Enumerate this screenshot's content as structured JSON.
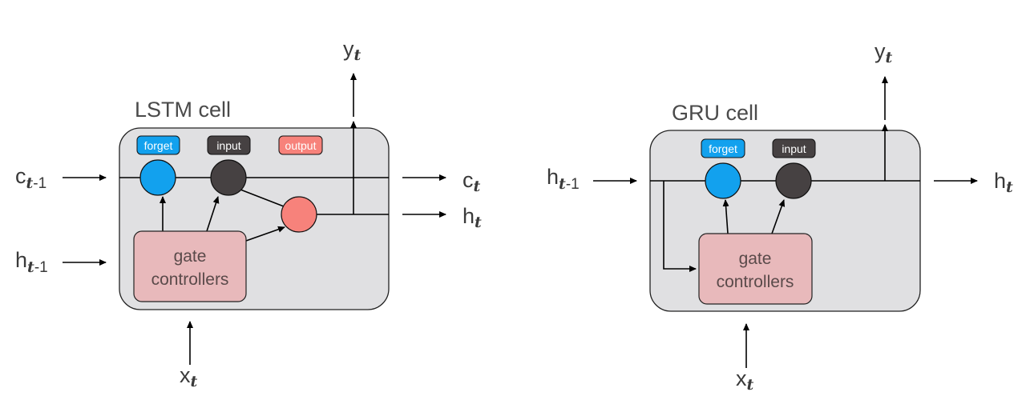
{
  "lstm": {
    "title": "LSTM cell",
    "gates": {
      "forget": "forget",
      "input": "input",
      "output": "output"
    },
    "controller": {
      "line1": "gate",
      "line2": "controllers"
    },
    "inputs": {
      "c_prev": {
        "base": "c",
        "sub": "t",
        "suffix": "-1"
      },
      "h_prev": {
        "base": "h",
        "sub": "t",
        "suffix": "-1"
      },
      "x": {
        "base": "x",
        "sub": "t"
      }
    },
    "outputs": {
      "y": {
        "base": "y",
        "sub": "t"
      },
      "c": {
        "base": "c",
        "sub": "t"
      },
      "h": {
        "base": "h",
        "sub": "t"
      }
    }
  },
  "gru": {
    "title": "GRU cell",
    "gates": {
      "forget": "forget",
      "input": "input"
    },
    "controller": {
      "line1": "gate",
      "line2": "controllers"
    },
    "inputs": {
      "h_prev": {
        "base": "h",
        "sub": "t",
        "suffix": "-1"
      },
      "x": {
        "base": "x",
        "sub": "t"
      }
    },
    "outputs": {
      "y": {
        "base": "y",
        "sub": "t"
      },
      "h": {
        "base": "h",
        "sub": "t"
      }
    }
  },
  "colors": {
    "cell_fill": "#e0e0e2",
    "controller_fill": "#e8b9bb",
    "forget": "#12a1ee",
    "input": "#464142",
    "output": "#f7827b"
  }
}
